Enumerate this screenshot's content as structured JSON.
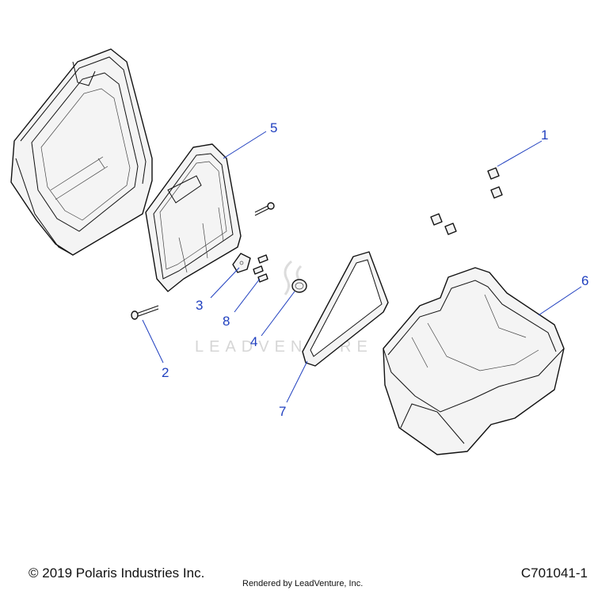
{
  "callouts": [
    "1",
    "2",
    "3",
    "4",
    "5",
    "6",
    "7",
    "8"
  ],
  "watermark": "LEADVENTURE",
  "footer": {
    "copyright": "© 2019 Polaris Industries Inc.",
    "rendered_by": "Rendered by LeadVenture, Inc.",
    "diagram_code": "C701041-1"
  },
  "colors": {
    "callout": "#1f3fbf",
    "outline": "#111111",
    "part_fill": "#f4f4f4",
    "watermark": "#d6d6d6"
  }
}
